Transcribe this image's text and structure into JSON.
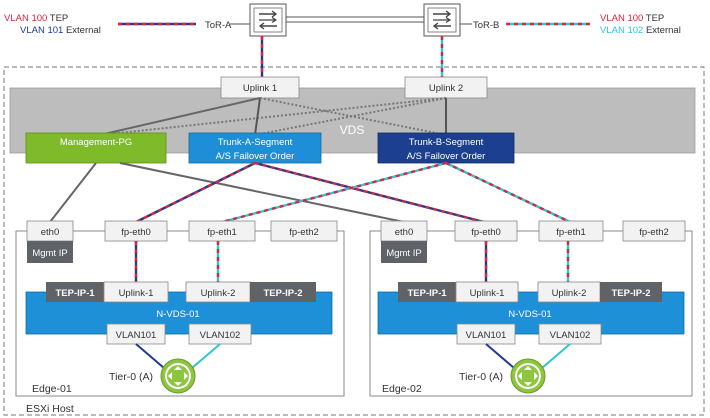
{
  "legend_left": {
    "line1": {
      "vlan": "VLAN 100",
      "label": " TEP"
    },
    "line2": {
      "vlan": "VLAN 101",
      "label": " External"
    }
  },
  "legend_right": {
    "line1": {
      "vlan": "VLAN 100",
      "label": " TEP"
    },
    "line2": {
      "vlan": "VLAN 102",
      "label": " External"
    }
  },
  "switches": {
    "left": "ToR-A",
    "right": "ToR-B"
  },
  "vds": {
    "label": "VDS",
    "uplinks": [
      "Uplink 1",
      "Uplink 2"
    ],
    "segments": {
      "management": "Management-PG",
      "trunk_a": {
        "name": "Trunk-A-Segment",
        "order": "A/S Failover Order"
      },
      "trunk_b": {
        "name": "Trunk-B-Segment",
        "order": "A/S Failover Order"
      }
    }
  },
  "edges": [
    {
      "name": "Edge-01",
      "interfaces": [
        "eth0",
        "fp-eth0",
        "fp-eth1",
        "fp-eth2"
      ],
      "mgmt_ip": "Mgmt IP",
      "tep": [
        "TEP-IP-1",
        "TEP-IP-2"
      ],
      "uplinks": [
        "Uplink-1",
        "Uplink-2"
      ],
      "nvds": "N-VDS-01",
      "vlans": [
        "VLAN101",
        "VLAN102"
      ],
      "router": "Tier-0 (A)"
    },
    {
      "name": "Edge-02",
      "interfaces": [
        "eth0",
        "fp-eth0",
        "fp-eth1",
        "fp-eth2"
      ],
      "mgmt_ip": "Mgmt IP",
      "tep": [
        "TEP-IP-1",
        "TEP-IP-2"
      ],
      "uplinks": [
        "Uplink-1",
        "Uplink-2"
      ],
      "nvds": "N-VDS-01",
      "vlans": [
        "VLAN101",
        "VLAN102"
      ],
      "router": "Tier-0 (A)"
    }
  ],
  "host": "ESXi Host",
  "colors": {
    "red": "#d7263d",
    "navy": "#1f3a8f",
    "cyan": "#2ec4d6",
    "green_pg": "#7fba2a",
    "blue_seg": "#1e8fd6",
    "dark_seg": "#1d3f8f",
    "vds_gray": "#bdbdbd",
    "nvds_blue": "#1e90d8",
    "tep_gray": "#5f6368",
    "router_green": "#8cc63f"
  }
}
